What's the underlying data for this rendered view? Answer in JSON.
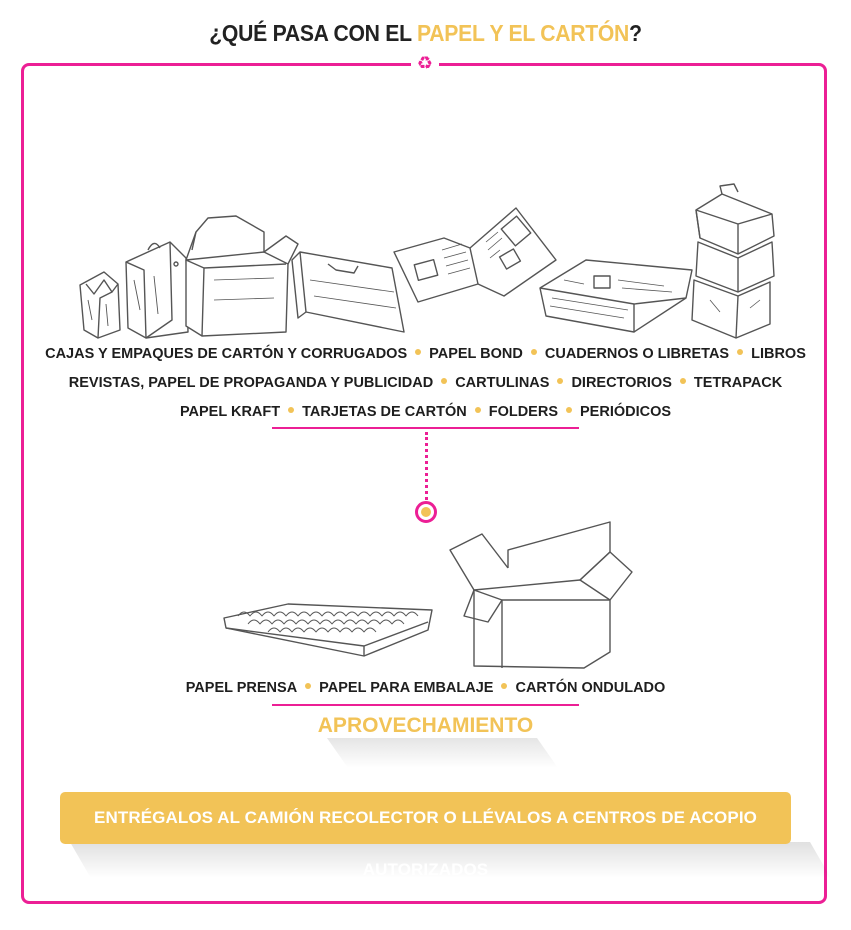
{
  "title": {
    "prefix": "¿QUÉ PASA CON EL ",
    "highlight": "PAPEL Y EL CARTÓN",
    "suffix": "?"
  },
  "recycle_icon": "recycle-icon",
  "materials": {
    "row1": [
      "CAJAS Y EMPAQUES DE CARTÓN Y CORRUGADOS",
      "PAPEL BOND",
      "CUADERNOS O LIBRETAS",
      "LIBROS"
    ],
    "row2": [
      "REVISTAS, PAPEL DE PROPAGANDA Y PUBLICIDAD",
      "CARTULINAS",
      "DIRECTORIOS",
      "TETRAPACK"
    ],
    "row3": [
      "PAPEL KRAFT",
      "TARJETAS DE CARTÓN",
      "FOLDERS",
      "PERIÓDICOS"
    ]
  },
  "products": [
    "PAPEL PRENSA",
    "PAPEL PARA EMBALAJE",
    "CARTÓN ONDULADO"
  ],
  "result_label": "APROVECHAMIENTO",
  "cta": "ENTRÉGALOS AL CAMIÓN RECOLECTOR O LLÉVALOS A CENTROS DE ACOPIO AUTORIZADOS",
  "colors": {
    "accent_pink": "#ec1f95",
    "accent_yellow": "#f2c357",
    "text": "#1e1e1e"
  }
}
